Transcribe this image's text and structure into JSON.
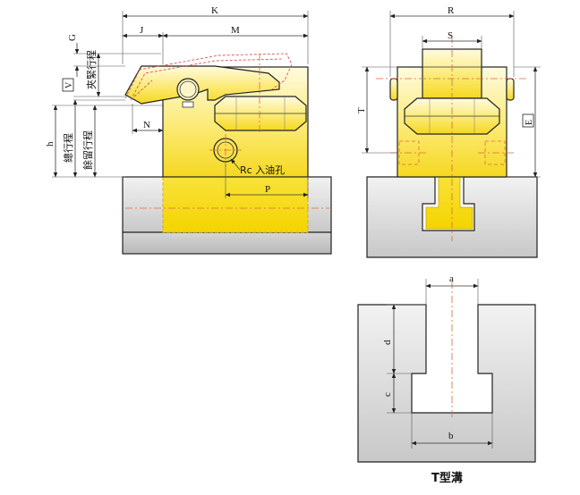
{
  "labels": {
    "K": "K",
    "J": "J",
    "M": "M",
    "G": "G",
    "V": "V",
    "N": "N",
    "h": "h",
    "P": "P",
    "R": "R",
    "S": "S",
    "T": "T",
    "E": "E",
    "a": "a",
    "b": "b",
    "c": "c",
    "d": "d"
  },
  "texts": {
    "clamp_stroke": "夾緊行程",
    "total_stroke": "總行程",
    "spare_stroke": "餘留行程",
    "oil_port": "Rc 入油孔",
    "t_slot": "T型溝"
  },
  "colors": {
    "body_yellow": "#f8e040",
    "body_light": "#fff8c0",
    "base_gray": "#d8d8d8",
    "centerline": "#e06a3a"
  }
}
